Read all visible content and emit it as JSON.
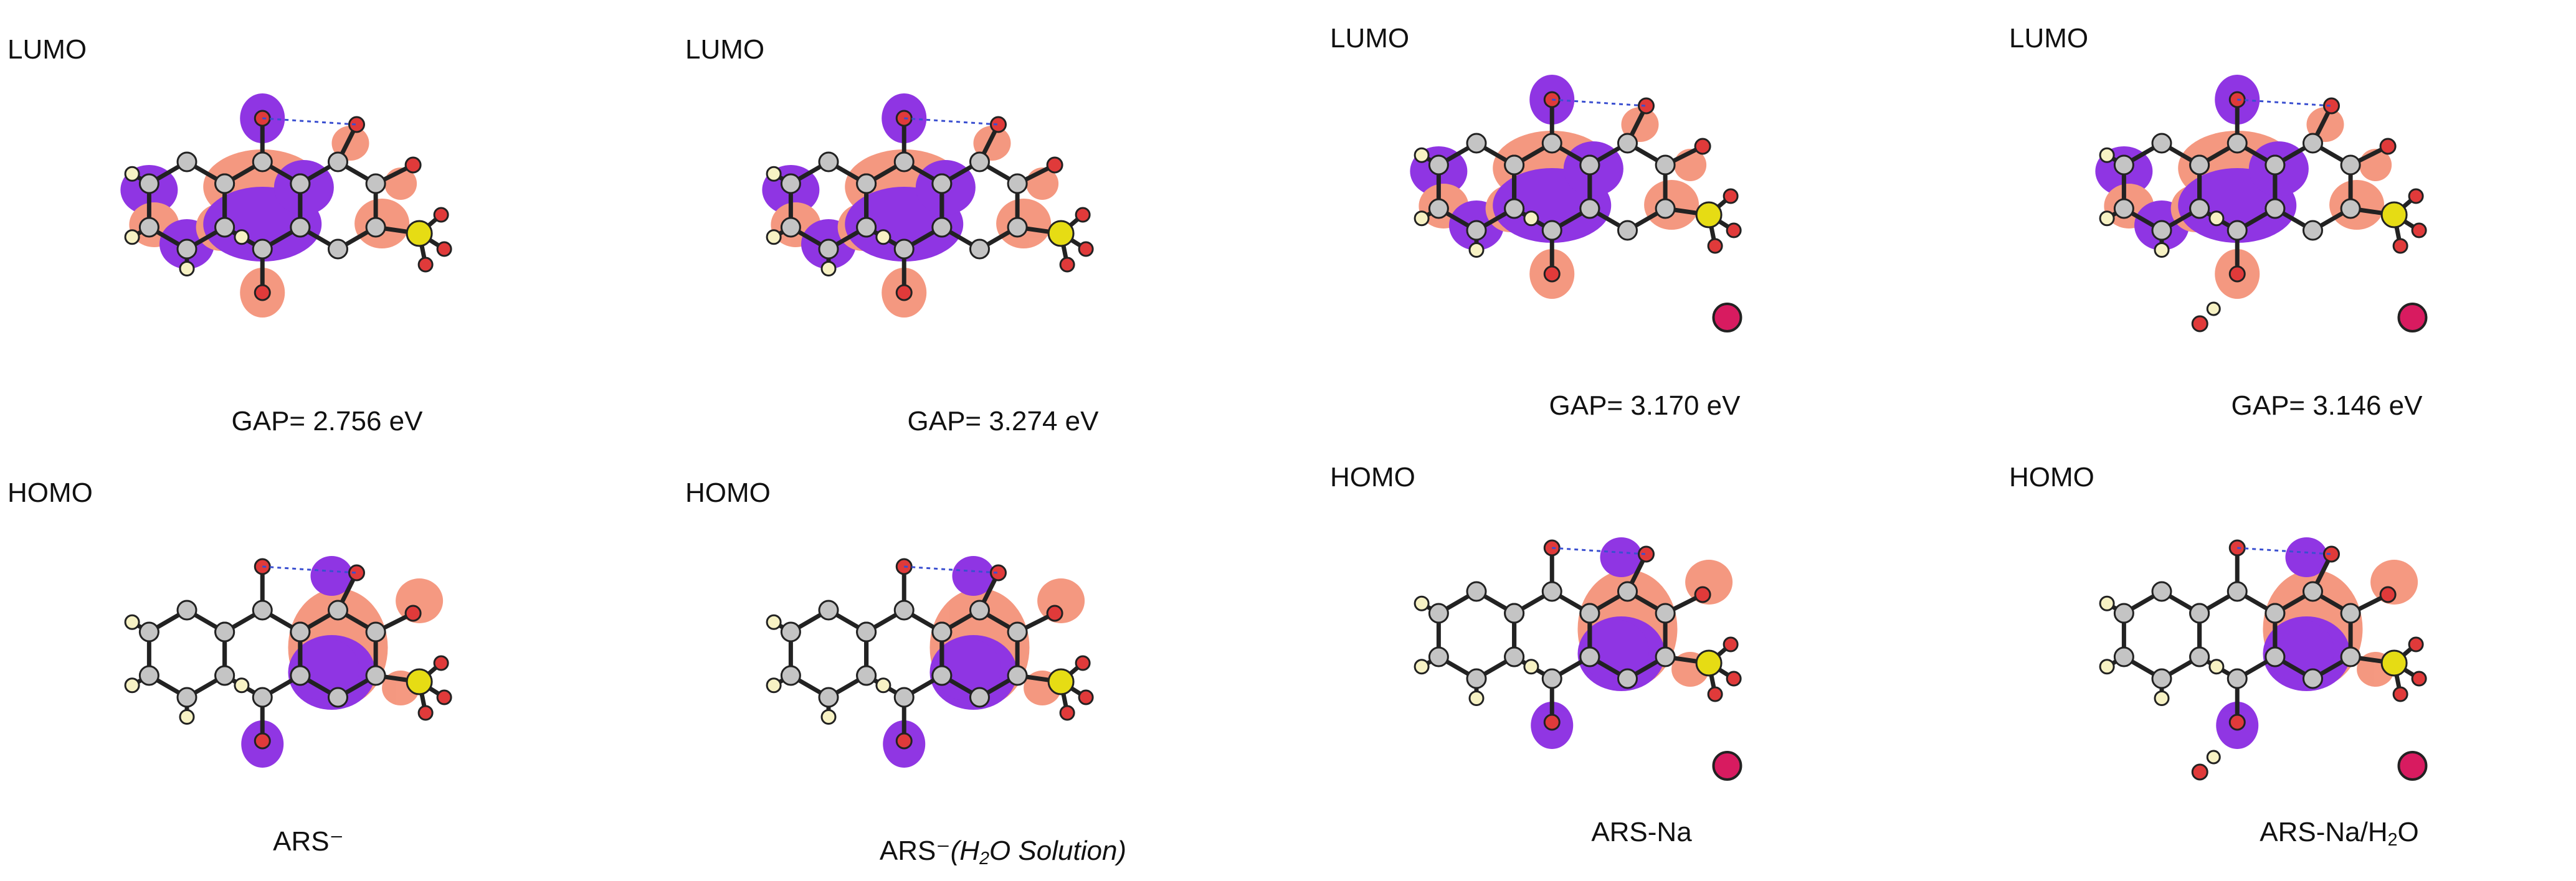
{
  "panels": [
    {
      "lumo_label": "LUMO",
      "homo_label": "HOMO",
      "gap": "GAP= 2.756 eV",
      "name": "ARS⁻",
      "na_ion": false,
      "water": false
    },
    {
      "lumo_label": "LUMO",
      "homo_label": "HOMO",
      "gap": "GAP= 3.274 eV",
      "name_main": "ARS⁻",
      "name_paren_open": "(",
      "name_h": "H",
      "name_sub": "2",
      "name_rest": "O Solution)",
      "na_ion": false,
      "water": false
    },
    {
      "lumo_label": "LUMO",
      "homo_label": "HOMO",
      "gap": "GAP= 3.170 eV",
      "name": "ARS-Na",
      "na_ion": true,
      "water": false
    },
    {
      "lumo_label": "LUMO",
      "homo_label": "HOMO",
      "gap": "GAP= 3.146 eV",
      "name_main": "ARS-Na/H",
      "name_sub": "2",
      "name_rest": "O",
      "na_ion": true,
      "water": true
    }
  ],
  "colors": {
    "lobe_positive": "#8a2be2",
    "lobe_negative": "#f4937a",
    "carbon": "#c4c4c4",
    "hydrogen": "#f7f2c4",
    "oxygen": "#e03a3a",
    "sulfur": "#e6dc14",
    "sodium": "#d81b60",
    "hbond": "#3a4fd0"
  }
}
